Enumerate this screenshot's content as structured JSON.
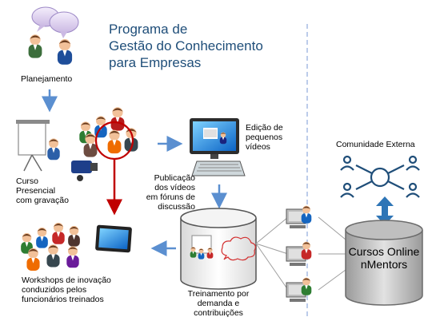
{
  "title": {
    "line1": "Programa de",
    "line2": "Gestão do Conhecimento",
    "line3": "para Empresas"
  },
  "planejamento": "Planejamento",
  "curso": {
    "line1": "Curso",
    "line2": "Presencial",
    "line3": "com gravação"
  },
  "edicao": {
    "line1": "Edição de",
    "line2": "pequenos",
    "line3": "vídeos"
  },
  "publicacao": {
    "line1": "Publicação",
    "line2": "dos vídeos",
    "line3": "em fóruns de",
    "line4": "discussão"
  },
  "comunidade": "Comunidade Externa",
  "cursos_online": {
    "line1": "Cursos Online",
    "line2": "nMentors"
  },
  "treinamento": {
    "line1": "Treinamento por",
    "line2": "demanda e",
    "line3": "contribuições"
  },
  "workshops": {
    "line1": "Workshops de inovação",
    "line2": "conduzidos pelos",
    "line3": "funcionários treinados"
  },
  "colors": {
    "arrow_blue": "#5b8fd0",
    "arrow_red": "#c00000",
    "title_blue": "#1f4e79",
    "db_gray": "#c8c8c8",
    "db_dark": "#7f7f7f",
    "network_blue": "#1f4e79",
    "screen_blue": "#1e88e5",
    "divider": "#8faadc"
  }
}
